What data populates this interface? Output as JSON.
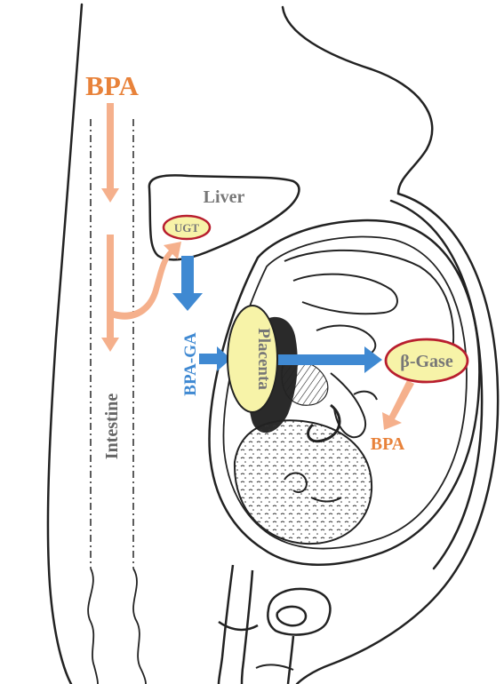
{
  "labels": {
    "bpa_top": "BPA",
    "liver": "Liver",
    "ugt": "UGT",
    "bpa_ga": "BPA-GA",
    "placenta": "Placenta",
    "beta_gase": "β-Gase",
    "bpa_fetal": "BPA",
    "intestine": "Intestine"
  },
  "colors": {
    "bpa_orange": "#E8823A",
    "flow_peach": "#F5B08C",
    "flow_blue": "#3F89D2",
    "enzyme_ring": "#B81E2E",
    "enzyme_fill": "#F7F3A8",
    "organ_gray": "#777777",
    "line": "#222222"
  }
}
